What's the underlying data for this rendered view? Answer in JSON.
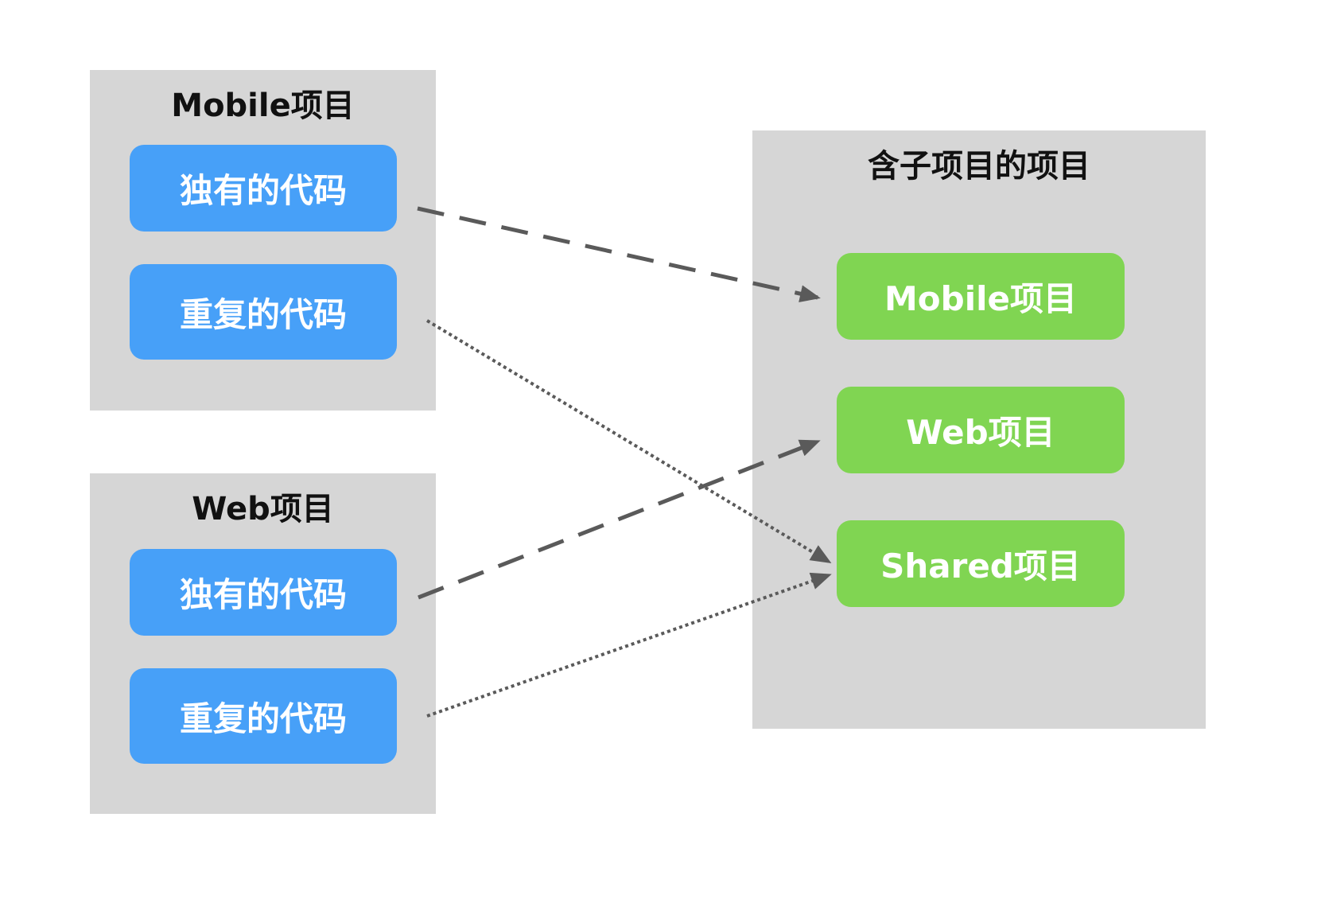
{
  "colors": {
    "panel_bg": "#d6d6d6",
    "code_box": "#47a0f8",
    "project_box": "#80d552",
    "arrow": "#5a5a5a"
  },
  "mobile_project": {
    "title": "Mobile项目",
    "unique_code": "独有的代码",
    "duplicate_code": "重复的代码"
  },
  "web_project": {
    "title": "Web项目",
    "unique_code": "独有的代码",
    "duplicate_code": "重复的代码"
  },
  "container_project": {
    "title": "含子项目的项目",
    "sub_mobile": "Mobile项目",
    "sub_web": "Web项目",
    "sub_shared": "Shared项目"
  },
  "connections": [
    {
      "from": "mobile-unique-code",
      "to": "sub-project-mobile",
      "style": "dashed"
    },
    {
      "from": "mobile-duplicate-code",
      "to": "sub-project-shared",
      "style": "dotted"
    },
    {
      "from": "web-unique-code",
      "to": "sub-project-web",
      "style": "dashed"
    },
    {
      "from": "web-duplicate-code",
      "to": "sub-project-shared",
      "style": "dotted"
    }
  ]
}
